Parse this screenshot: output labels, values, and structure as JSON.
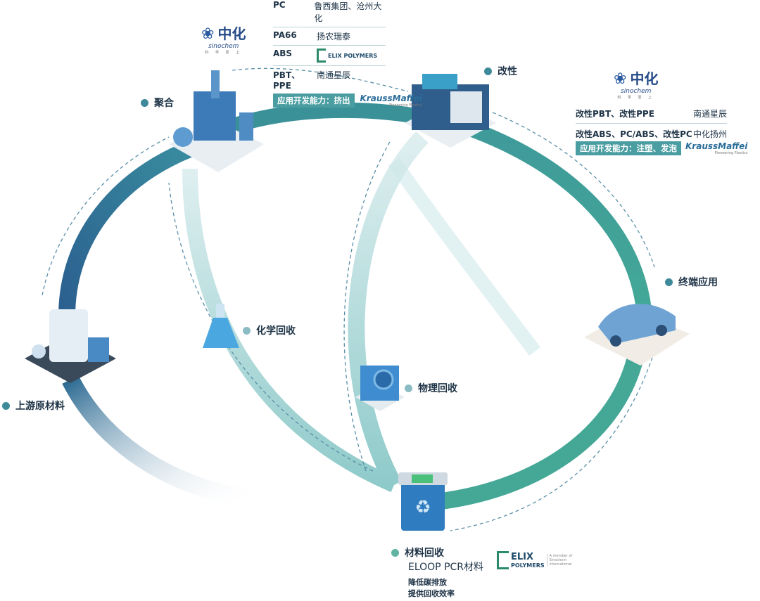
{
  "nodes": {
    "polymerization": "聚合",
    "modification": "改性",
    "end_use": "终端应用",
    "chemical_recycling": "化学回收",
    "physical_recycling": "物理回收",
    "upstream": "上游原材料",
    "material_recycling": "材料回收"
  },
  "logo": {
    "cn": "中化",
    "en": "sinochem",
    "tagline": "科 学 至 上"
  },
  "polymer_table": {
    "rows": [
      {
        "k": "PC",
        "v": "鲁西集团、沧州大化"
      },
      {
        "k": "PA66",
        "v": "扬农瑞泰"
      },
      {
        "k": "ABS",
        "v": "ELIX POLYMERS"
      },
      {
        "k": "PBT、PPE",
        "v": "南通星辰"
      }
    ],
    "capability": "应用开发能力：挤出",
    "partner": "KraussMaffei",
    "partner_tag": "Pioneering Plastics"
  },
  "modification_table": {
    "rows": [
      {
        "k": "改性PBT、改性PPE",
        "v": "南通星辰"
      },
      {
        "k": "改性ABS、PC/ABS、改性PC",
        "v": "中化扬州"
      }
    ],
    "capability": "应用开发能力：注塑、发泡",
    "partner": "KraussMaffei",
    "partner_tag": "Pioneering Plastics"
  },
  "recycling": {
    "product": "ELOOP PCR材料",
    "benefit1": "降低碳排放",
    "benefit2": "提供回收效率",
    "elix": "ELIX",
    "elix2": "POLYMERS",
    "elix_note": "A member of Sinochem International"
  },
  "colors": {
    "dark": "#2f6f9c",
    "teal": "#3d9c98",
    "light": "#a8d9d8"
  }
}
